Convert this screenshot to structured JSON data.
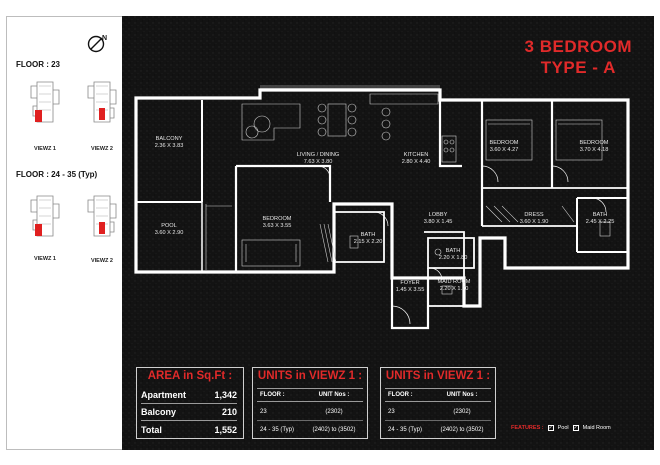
{
  "title": {
    "line1": "3 BEDROOM",
    "line2": "TYPE - A"
  },
  "compass": {
    "mark": "N"
  },
  "sidebar": {
    "groups": [
      {
        "floor_label": "FLOOR : 23",
        "views": [
          "VIEWZ 1",
          "VIEWZ 2"
        ]
      },
      {
        "floor_label": "FLOOR : 24 - 35 (Typ)",
        "views": [
          "VIEWZ 1",
          "VIEWZ 2"
        ]
      }
    ]
  },
  "rooms": [
    {
      "name": "BALCONY",
      "size": "2.36 X 3.83"
    },
    {
      "name": "LIVING / DINING",
      "size": "7.63 X 3.80"
    },
    {
      "name": "KITCHEN",
      "size": "2.80 X 4.40"
    },
    {
      "name": "BEDROOM",
      "size": "3.60 X 4.27"
    },
    {
      "name": "BEDROOM",
      "size": "3.70 X 4.18"
    },
    {
      "name": "POOL",
      "size": "3.60 X 2.90"
    },
    {
      "name": "BEDROOM",
      "size": "3.63 X 3.55"
    },
    {
      "name": "BATH",
      "size": "2.15 X 2.20"
    },
    {
      "name": "LOBBY",
      "size": "3.80 X 1.45"
    },
    {
      "name": "DRESS",
      "size": "3.60 X 1.90"
    },
    {
      "name": "BATH",
      "size": "2.45 X 2.25"
    },
    {
      "name": "BATH",
      "size": "2.20 X 1.80"
    },
    {
      "name": "FOYER",
      "size": "1.45 X 3.55"
    },
    {
      "name": "MAID ROOM",
      "size": "2.20 X 1.70"
    }
  ],
  "area": {
    "title": "AREA in Sq.Ft :",
    "rows": [
      {
        "label": "Apartment",
        "value": "1,342"
      },
      {
        "label": "Balcony",
        "value": "210"
      },
      {
        "label": "Total",
        "value": "1,552"
      }
    ]
  },
  "units": [
    {
      "title": "UNITS in VIEWZ 1 :",
      "head": {
        "floor": "FLOOR :",
        "units": "UNIT Nos :"
      },
      "rows": [
        {
          "floor": "23",
          "units": "(2302)"
        },
        {
          "floor": "24 - 35 (Typ)",
          "units": "(2402) to (3502)"
        }
      ]
    },
    {
      "title": "UNITS in VIEWZ 1 :",
      "head": {
        "floor": "FLOOR :",
        "units": "UNIT Nos :"
      },
      "rows": [
        {
          "floor": "23",
          "units": "(2302)"
        },
        {
          "floor": "24 - 35 (Typ)",
          "units": "(2402) to (3502)"
        }
      ]
    }
  ],
  "features": {
    "label": "FEATURES :",
    "items": [
      "Pool",
      "Maid Room"
    ],
    "check": "✓"
  },
  "colors": {
    "accent": "#e12a2a",
    "board": "#121212",
    "highlight_unit": "#e02020"
  }
}
